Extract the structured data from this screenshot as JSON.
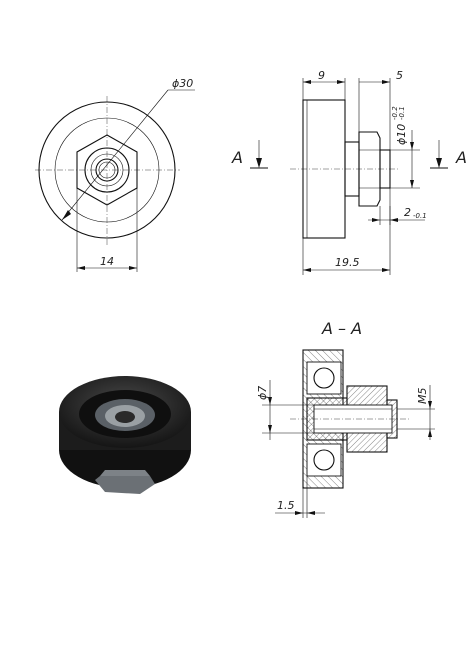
{
  "front_view": {
    "dia_outer": "ϕ30",
    "width_hex": "14"
  },
  "side_view": {
    "dim_left": "9",
    "dim_right": "5",
    "dia_hub": "ϕ10",
    "tol_upper": "-0.2",
    "tol_lower": "-0.1",
    "gap": "2",
    "gap_tol": "-0.1",
    "length": "19.5",
    "section_mark_left": "A",
    "section_mark_right": "A"
  },
  "section_view": {
    "title": "A – A",
    "dia_bore": "ϕ7",
    "thread": "M5",
    "offset": "1.5"
  },
  "colors": {
    "line": "#111111",
    "tire": "#2b2b2b",
    "hub_metal": "#8a8f93"
  }
}
